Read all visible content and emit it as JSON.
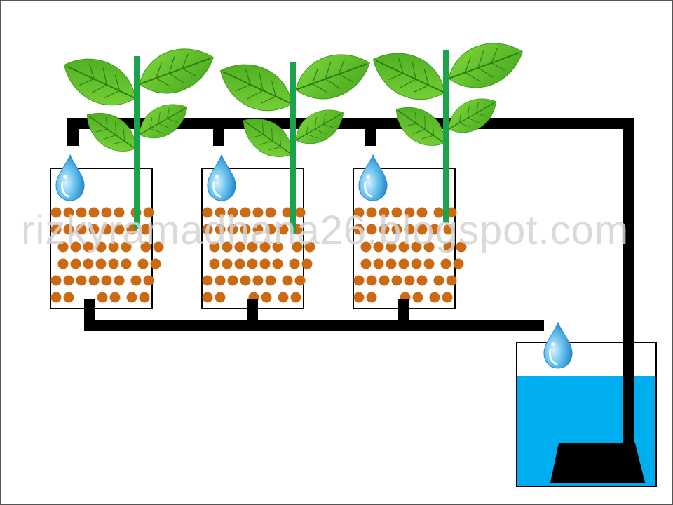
{
  "watermark": {
    "text": "rizkyramadhana26.blogspot.com"
  },
  "colors": {
    "pipe": "#000000",
    "stem": "#1aa34a",
    "leaf": "#5cc52a",
    "leaf_dark": "#3f9a1c",
    "leaf_vein": "#2e7d12",
    "pebble": "#cc6a14",
    "water": "#00aeef",
    "drop": "#59b4e6",
    "pot_border": "#000000",
    "frame_border": "#555555"
  },
  "icons": {
    "drop": "water-drop-icon",
    "plant": "plant-icon",
    "pump": "pump-icon"
  },
  "components": {
    "pots": 3,
    "reservoir": 1,
    "pump": 1
  }
}
